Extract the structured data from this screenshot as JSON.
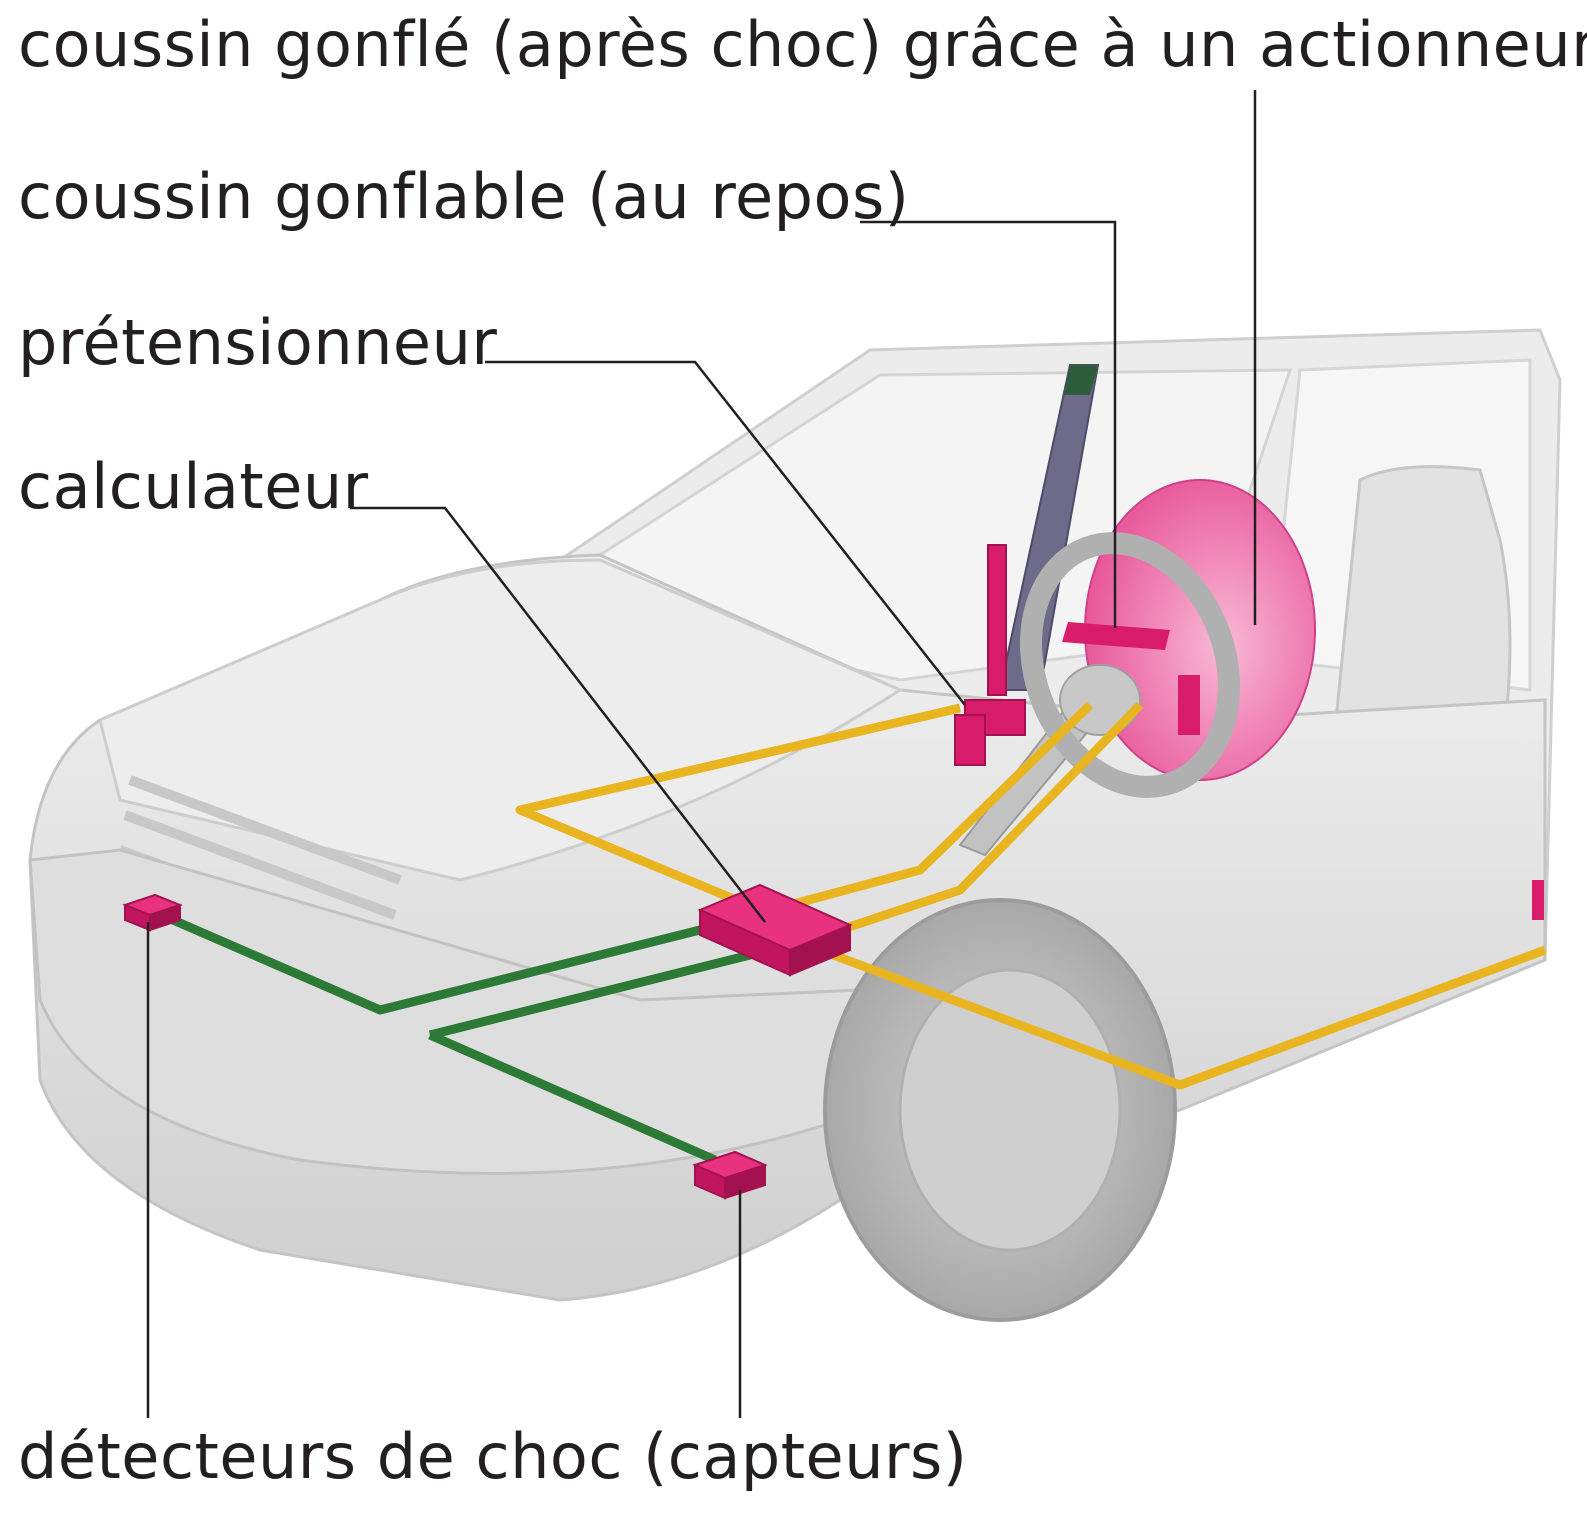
{
  "labels": {
    "airbag_inflated": "coussin gonflé (après choc) grâce à un actionneur",
    "airbag_rest": "coussin gonflable (au repos)",
    "pretensioner": "prétensionneur",
    "computer": "calculateur",
    "shock_detectors": "détecteurs de choc (capteurs)"
  },
  "colors": {
    "component": "#d81b6a",
    "airbag": "#f07ab0",
    "wire_yellow": "#e8b521",
    "wire_green": "#2c7a35",
    "car_body": "#e6e6e6",
    "leader_line": "#231f20"
  }
}
